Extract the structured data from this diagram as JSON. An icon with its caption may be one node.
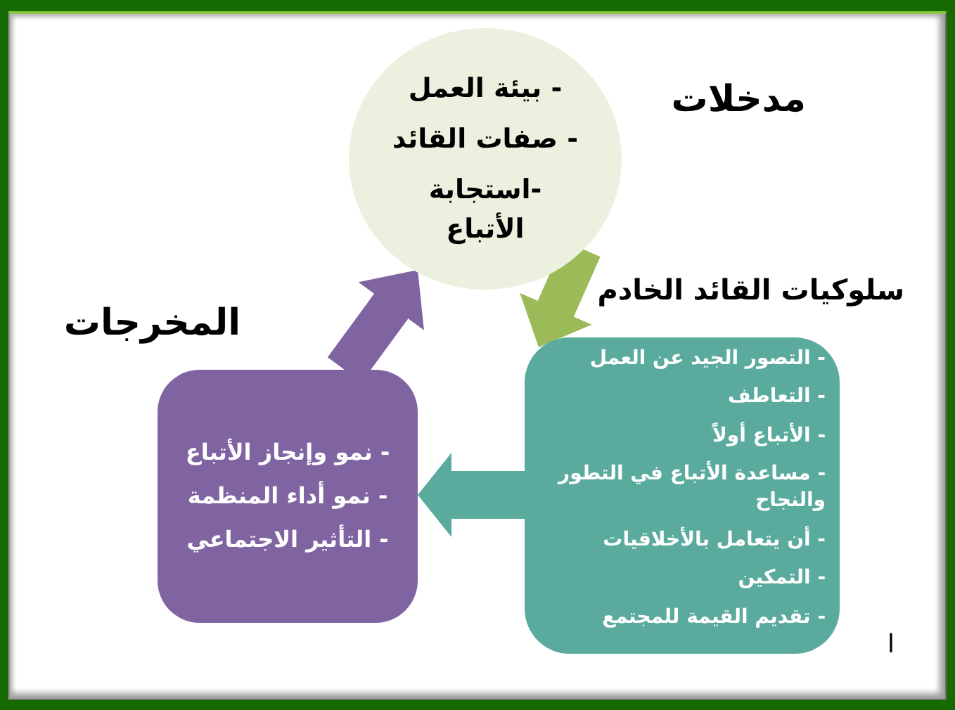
{
  "diagram": {
    "nodes": [
      {
        "text": [
          "مدخلات",
          "- بيئة العمل",
          "- صفات القائد",
          "-استجابة الأتباع"
        ]
      },
      {
        "text": [
          "سلوكيات القائد الخادم",
          "- التصور الجيد عن العمل",
          "- التعاطف",
          "- الأتباع أولاً",
          "- مساعدة الأتباع في التطور والنجاح",
          "- أن يتعامل بالأخلاقيات",
          "- التمكين",
          "- تقديم القيمة للمجتمع"
        ]
      },
      {
        "text": [
          "المخرجات",
          "- نمو وإنجاز الأتباع",
          "- نمو أداء المنظمة",
          "- التأثير الاجتماعي"
        ]
      }
    ],
    "edges": [
      {
        "from": 0,
        "to": 1,
        "arrow": "to",
        "color": "#9bbb59"
      },
      {
        "from": 1,
        "to": 2,
        "arrow": "to",
        "color": "#5aab9e"
      },
      {
        "from": 2,
        "to": 0,
        "arrow": "to",
        "color": "#8064a2"
      }
    ],
    "labels": [
      "ا"
    ]
  }
}
